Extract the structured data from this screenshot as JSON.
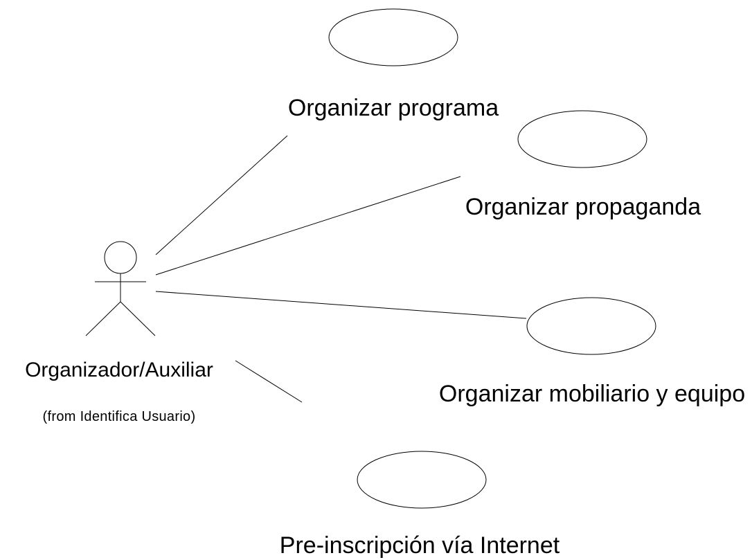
{
  "actor": {
    "name": "Organizador/Auxiliar",
    "source": "(from Identifica Usuario)"
  },
  "use_cases": [
    {
      "label": "Organizar programa"
    },
    {
      "label": "Organizar propaganda"
    },
    {
      "label": "Organizar mobiliario y equipo"
    },
    {
      "label": "Pre-inscripción vía Internet"
    }
  ],
  "colors": {
    "stroke": "#000000",
    "background": "#ffffff"
  }
}
